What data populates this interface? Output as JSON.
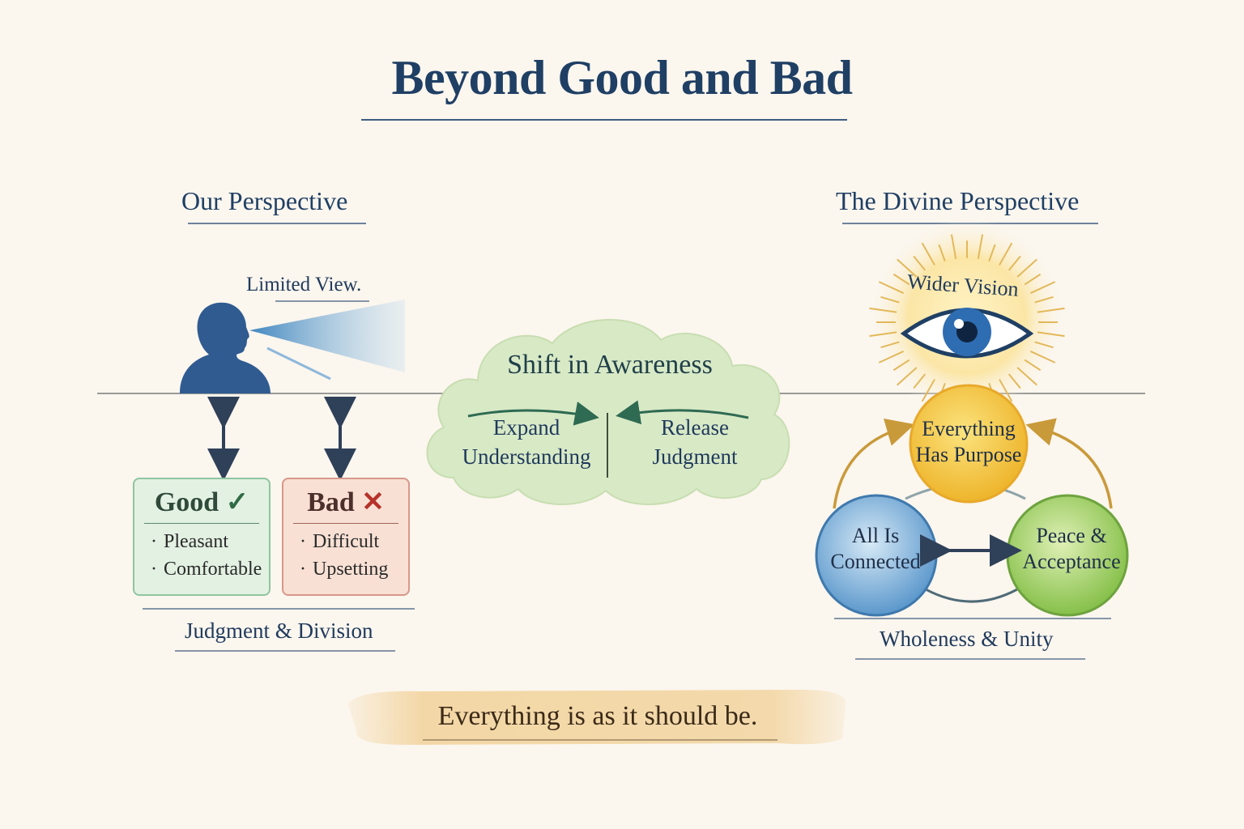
{
  "title": "Beyond Good and Bad",
  "left": {
    "heading": "Our Perspective",
    "limited_view": "Limited View.",
    "good": {
      "title": "Good",
      "mark": "✓",
      "items": [
        "Pleasant",
        "Comfortable"
      ]
    },
    "bad": {
      "title": "Bad",
      "mark": "✕",
      "items": [
        "Difficult",
        "Upsetting"
      ]
    },
    "footer": "Judgment & Division"
  },
  "center": {
    "title": "Shift in Awareness",
    "left_label_1": "Expand",
    "left_label_2": "Understanding",
    "right_label_1": "Release",
    "right_label_2": "Judgment"
  },
  "right": {
    "heading": "The Divine Perspective",
    "vision": "Wider Vision",
    "circles": {
      "top": {
        "line1": "Everything",
        "line2": "Has Purpose"
      },
      "left": {
        "line1": "All Is",
        "line2": "Connected"
      },
      "right": {
        "line1": "Peace &",
        "line2": "Acceptance"
      }
    },
    "footer": "Wholeness & Unity"
  },
  "banner": "Everything is as it should be.",
  "colors": {
    "navy": "#1f3f64",
    "good_green": "#2f6b45",
    "bad_red": "#b5322b",
    "cloud_green": "#d8e9c6",
    "circle_yellow": "#f4c94a",
    "circle_blue": "#6fa8d6",
    "circle_green": "#9bcf5e",
    "banner_tan": "#f2d9ad"
  },
  "icons": [
    "person-silhouette-icon",
    "vision-beam-icon",
    "double-arrow-icon",
    "check-icon",
    "x-icon",
    "eye-icon",
    "sunburst-icon"
  ]
}
